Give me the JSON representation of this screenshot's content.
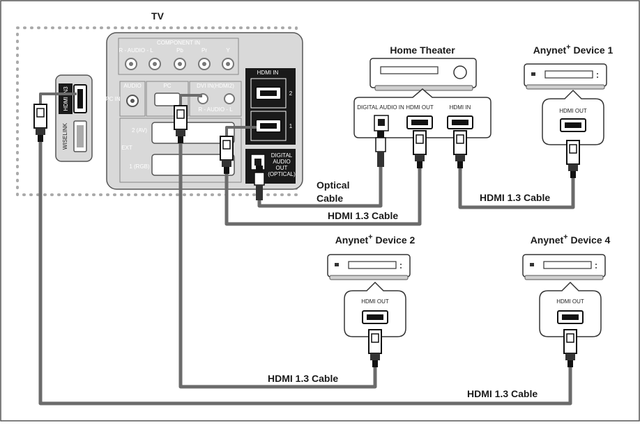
{
  "tv": {
    "title": "TV",
    "component_in": "COMPONENT IN",
    "audio_lr": "R - AUDIO - L",
    "pb": "Pb",
    "pr": "Pr",
    "y": "Y",
    "hdmi_in": "HDMI IN",
    "port_2": "2",
    "port_1": "1",
    "hdmi_in3": "HDMI IN3",
    "wiselink": "WISELINK",
    "audio": "AUDIO",
    "pc": "PC",
    "pc_in": "PC IN",
    "dvi_in": "DVI IN(HDMI2)",
    "audio_dvi": "R - AUDIO - L",
    "ext": "EXT",
    "ext_2": "2 (AV)",
    "ext_1": "1 (RGB)",
    "digital_audio_out": [
      "DIGITAL",
      "AUDIO",
      "OUT",
      "(OPTICAL)"
    ]
  },
  "home_theater": {
    "title": "Home Theater",
    "digital_audio_in": "DIGITAL AUDIO IN",
    "hdmi_out": "HDMI OUT",
    "hdmi_in": "HDMI IN"
  },
  "devices": [
    {
      "title": "Anynet",
      "sup": "+",
      "suffix": " Device 1",
      "port": "HDMI OUT"
    },
    {
      "title": "Anynet",
      "sup": "+",
      "suffix": " Device 2",
      "port": "HDMI OUT"
    },
    {
      "title": "Anynet",
      "sup": "+",
      "suffix": " Device 4",
      "port": "HDMI OUT"
    }
  ],
  "cables": {
    "optical": [
      "Optical",
      "Cable"
    ],
    "hdmi_ht_tv": "HDMI 1.3 Cable",
    "hdmi_ht_dev1": "HDMI 1.3 Cable",
    "hdmi_dev2": "HDMI 1.3 Cable",
    "hdmi_dev4": "HDMI 1.3 Cable"
  },
  "colors": {
    "panel": "#d9d9d9",
    "port_black": "#1a1a1a",
    "cable": "#6b6b6b"
  }
}
